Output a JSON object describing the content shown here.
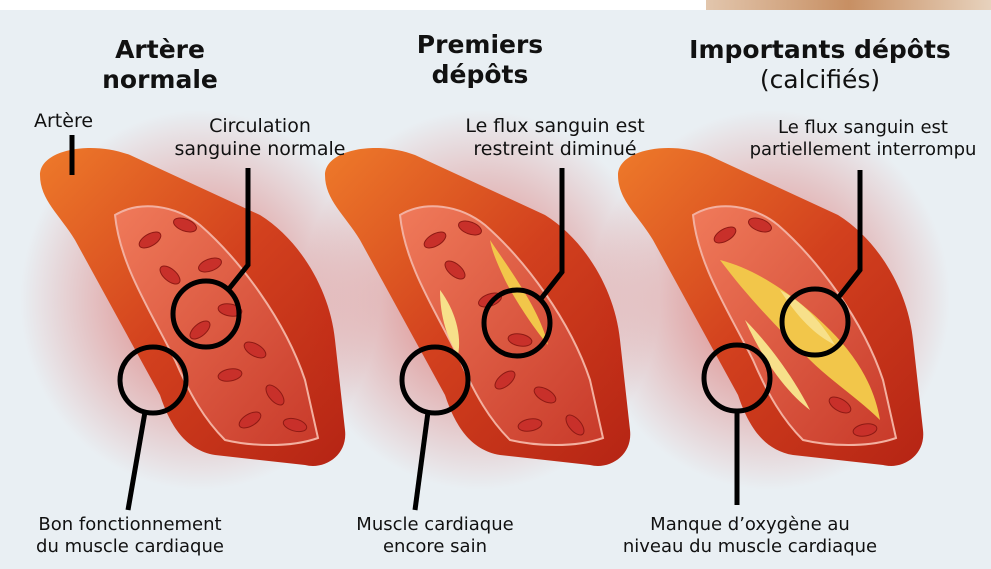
{
  "panels": [
    {
      "title_line1": "Artère",
      "title_line2": "normale",
      "title_extra": "",
      "artery_label": "Artère",
      "flow_label_line1": "Circulation",
      "flow_label_line2": "sanguine normale",
      "bottom_line1": "Bon fonctionnement",
      "bottom_line2": "du muscle cardiaque"
    },
    {
      "title_line1": "Premiers",
      "title_line2": "dépôts",
      "title_extra": "",
      "flow_label_line1": "Le flux sanguin est",
      "flow_label_line2": "restreint diminué",
      "bottom_line1": "Muscle cardiaque",
      "bottom_line2": "encore sain"
    },
    {
      "title_line1": "Importants dépôts",
      "title_line2": "(calcifiés)",
      "flow_label_line1": "Le flux sanguin est",
      "flow_label_line2": "partiellement interrompu",
      "bottom_line1": "Manque d’oxygène au",
      "bottom_line2": "niveau du muscle cardiaque"
    }
  ],
  "colors": {
    "background": "#e9eff3",
    "artery_outer": "#c8271a",
    "artery_inner": "#d9543d",
    "blood_cell": "#c8302a",
    "plaque_soft": "#f2c64a",
    "plaque_calcified": "#f7e08a",
    "callout": "#000000"
  }
}
